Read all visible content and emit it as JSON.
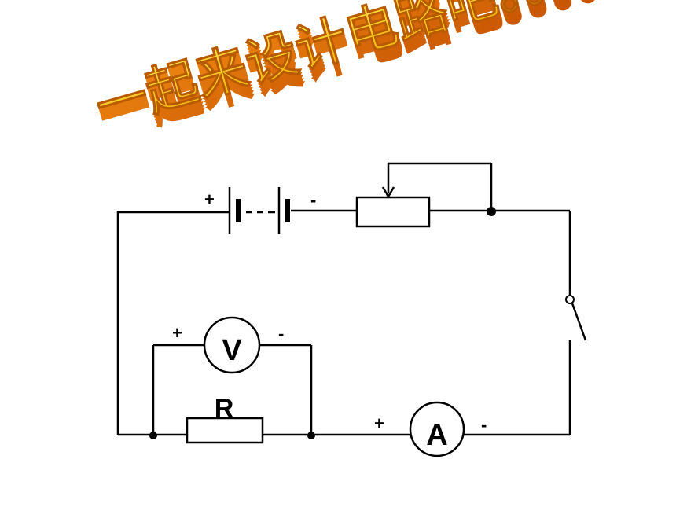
{
  "title": {
    "text": "一起来设计电路吧。。。。",
    "colors": {
      "face": "#f5c400",
      "side": "#e8710a",
      "shadow": "#c85500"
    }
  },
  "circuit": {
    "battery": {
      "plus": "+",
      "minus": "-"
    },
    "voltmeter": {
      "label": "V",
      "plus": "+",
      "minus": "-"
    },
    "ammeter": {
      "label": "A",
      "plus": "+",
      "minus": "-"
    },
    "resistor": {
      "label": "R"
    }
  }
}
